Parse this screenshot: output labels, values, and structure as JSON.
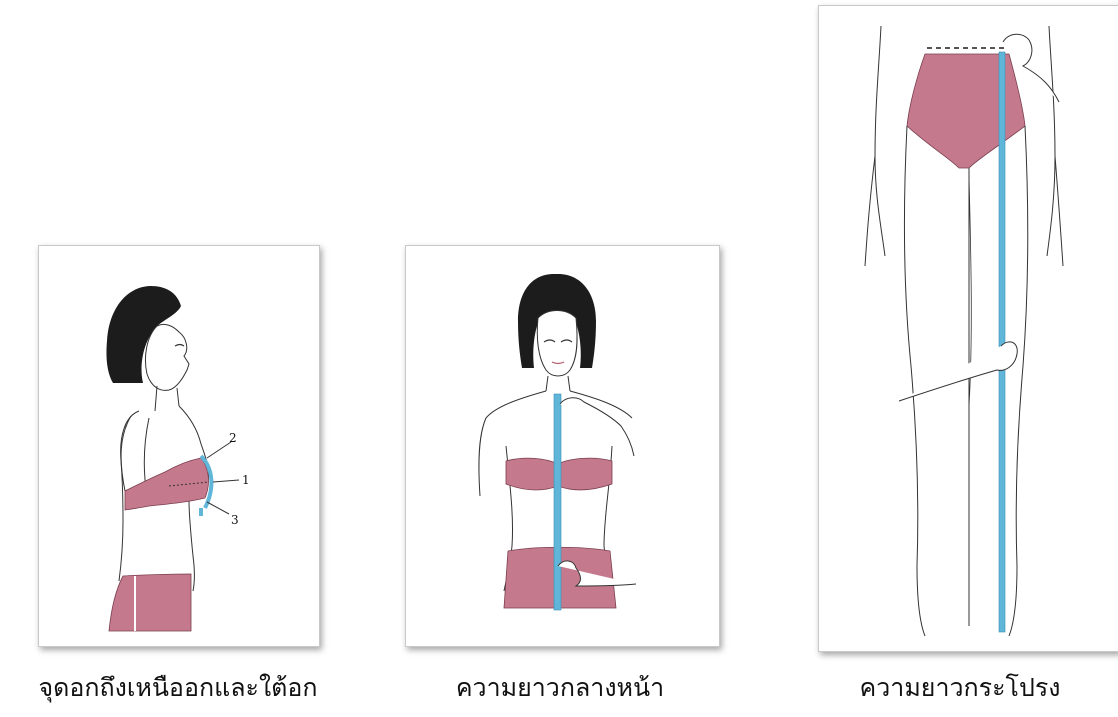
{
  "colors": {
    "fabric": "#c47a8c",
    "fabric_dark": "#a9566b",
    "tape": "#5fb6d9",
    "hair": "#1c1c1c",
    "outline": "#333333"
  },
  "panels": [
    {
      "caption": "จุดอกถึงเหนืออกและใต้อก",
      "markers": [
        "2",
        "1",
        "3"
      ]
    },
    {
      "caption": "ความยาวกลางหน้า"
    },
    {
      "caption": "ความยาวกระโปรง"
    }
  ]
}
